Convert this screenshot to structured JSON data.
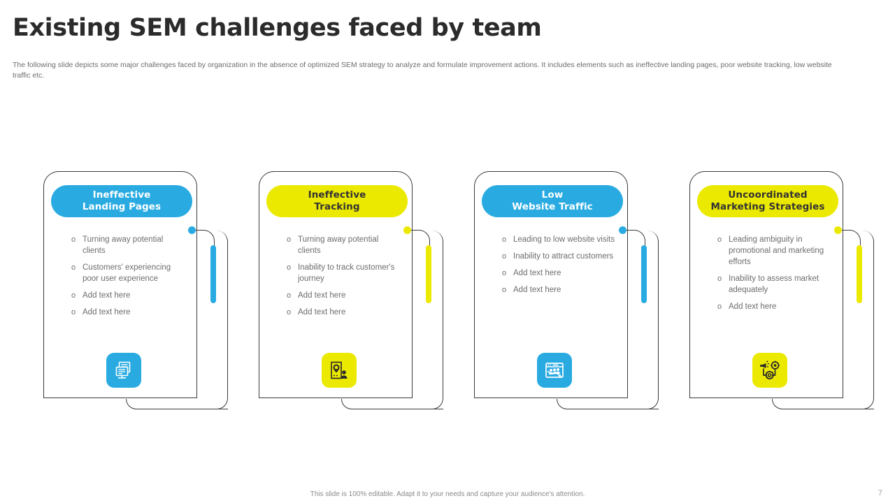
{
  "header": {
    "title": "Existing SEM challenges faced by team",
    "subtitle": "The following slide depicts some major challenges faced by organization in the absence of optimized SEM strategy to analyze and formulate improvement actions. It includes elements such as ineffective landing pages, poor website tracking, low website traffic etc."
  },
  "colors": {
    "blue": "#29ABE2",
    "yellow": "#ECE900",
    "outline": "#3A3A3A",
    "body_text": "#6D6D6D",
    "title_text": "#2B2B2B"
  },
  "bullet_marker": "o",
  "cards": [
    {
      "id": "ineffective-landing-pages",
      "theme": "blue",
      "title_line1": "Ineffective",
      "title_line2": "Landing Pages",
      "icon": "document-monitor-icon",
      "bullets": [
        "Turning away potential clients",
        "Customers' experiencing poor user experience",
        "Add text here",
        "Add text here"
      ]
    },
    {
      "id": "ineffective-tracking",
      "theme": "yellow",
      "title_line1": "Ineffective",
      "title_line2": "Tracking",
      "icon": "location-tracking-icon",
      "bullets": [
        "Turning away potential clients",
        "Inability to track customer's journey",
        "Add text here",
        "Add text here"
      ]
    },
    {
      "id": "low-website-traffic",
      "theme": "blue",
      "title_line1": "Low",
      "title_line2": "Website Traffic",
      "icon": "website-traffic-decline-icon",
      "bullets": [
        "Leading to low website visits",
        "Inability to attract customers",
        "Add text here",
        "Add text here"
      ]
    },
    {
      "id": "uncoordinated-marketing-strategies",
      "theme": "yellow",
      "title_line1": "Uncoordinated",
      "title_line2": "Marketing Strategies",
      "icon": "marketing-strategy-icon",
      "bullets": [
        "Leading ambiguity in promotional and marketing efforts",
        "Inability to assess market adequately",
        "Add text here"
      ]
    }
  ],
  "footer": {
    "note": "This slide is 100% editable. Adapt it to your needs and capture your audience's attention.",
    "page_number": "7"
  }
}
